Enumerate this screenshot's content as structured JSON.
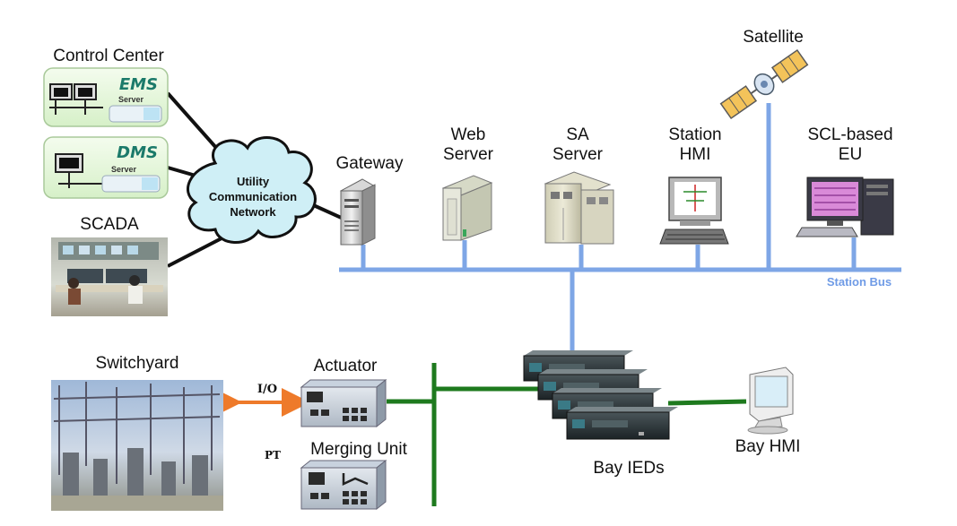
{
  "labels": {
    "control_center": "Control Center",
    "scada": "SCADA",
    "network_line1": "Utility",
    "network_line2": "Communication",
    "network_line3": "Network",
    "gateway": "Gateway",
    "web_server_line1": "Web",
    "web_server_line2": "Server",
    "sa_server_line1": "SA",
    "sa_server_line2": "Server",
    "station_hmi_line1": "Station",
    "station_hmi_line2": "HMI",
    "satellite": "Satellite",
    "scl_eu_line1": "SCL-based",
    "scl_eu_line2": "EU",
    "station_bus": "Station Bus",
    "switchyard": "Switchyard",
    "io": "I/O",
    "actuator": "Actuator",
    "pt": "PT",
    "merging_unit": "Merging Unit",
    "bay_ieds": "Bay IEDs",
    "bay_hmi": "Bay HMI"
  },
  "panels": {
    "ems_title": "EMS",
    "ems_sub": "Server",
    "dms_title": "DMS",
    "dms_sub": "Server"
  },
  "colors": {
    "station_bus": "#7ea6e6",
    "process_bus": "#1e7a1e",
    "io_arrow": "#ee7a2a",
    "panel_fill": "#e8f7e0",
    "panel_title": "#1b7a6a",
    "cloud_fill": "#cfeff6",
    "station_bus_label": "#6f9be6"
  },
  "icons": [
    "ems-server-icon",
    "dms-server-icon",
    "scada-room-image",
    "cloud-icon",
    "gateway-tower-icon",
    "web-server-icon",
    "sa-server-icon",
    "station-hmi-icon",
    "satellite-icon",
    "scl-eu-computer-icon",
    "switchyard-image",
    "actuator-icon",
    "merging-unit-icon",
    "bay-ied-icon",
    "bay-hmi-monitor-icon"
  ]
}
